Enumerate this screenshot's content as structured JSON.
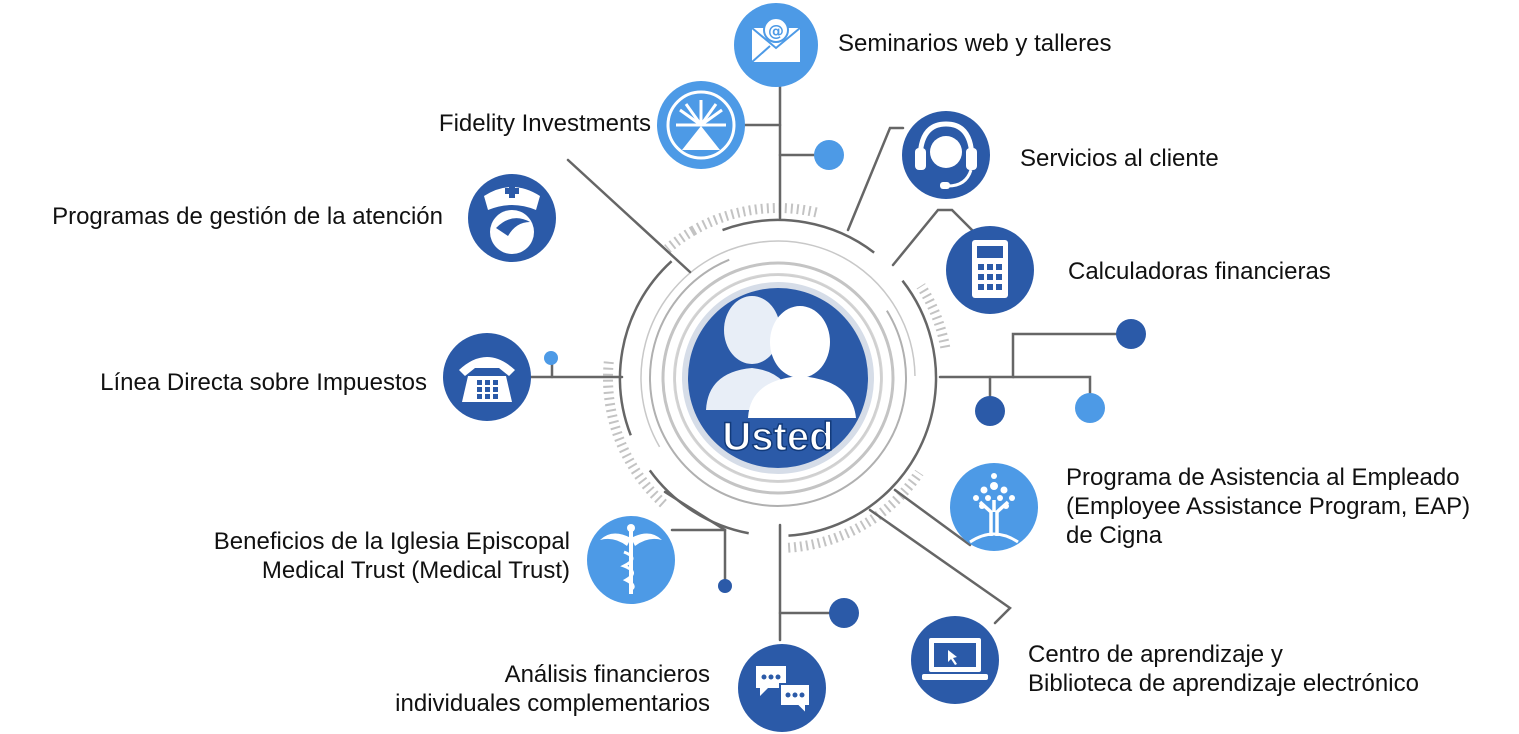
{
  "hub": {
    "label": "Usted"
  },
  "colors": {
    "dark_blue": "#2b5aa8",
    "light_blue": "#4d9ae6",
    "line_gray": "#666666",
    "ring_gray": "#c8c8c8"
  },
  "services": [
    {
      "id": "webinars",
      "icon": "email-at-icon",
      "lines": [
        "Seminarios web y talleres"
      ]
    },
    {
      "id": "fidelity",
      "icon": "starburst-logo-icon",
      "lines": [
        "Fidelity Investments"
      ]
    },
    {
      "id": "care",
      "icon": "nurse-icon",
      "lines": [
        "Programas de gestión de la atención"
      ]
    },
    {
      "id": "customer",
      "icon": "headset-icon",
      "lines": [
        "Servicios al cliente"
      ]
    },
    {
      "id": "calculators",
      "icon": "calculator-icon",
      "lines": [
        "Calculadoras financieras"
      ]
    },
    {
      "id": "tax",
      "icon": "telephone-icon",
      "lines": [
        "Línea Directa sobre Impuestos"
      ]
    },
    {
      "id": "eap",
      "icon": "tree-icon",
      "lines": [
        "Programa de Asistencia al Empleado",
        "(Employee Assistance Program, EAP)",
        "de Cigna"
      ]
    },
    {
      "id": "medical",
      "icon": "caduceus-icon",
      "lines": [
        "Beneficios de la Iglesia Episcopal",
        "Medical Trust (Medical Trust)"
      ]
    },
    {
      "id": "learning",
      "icon": "laptop-icon",
      "lines": [
        "Centro de aprendizaje y",
        "Biblioteca de aprendizaje electrónico"
      ]
    },
    {
      "id": "analysis",
      "icon": "chat-bubbles-icon",
      "lines": [
        "Análisis financieros",
        "individuales complementarios"
      ]
    }
  ]
}
